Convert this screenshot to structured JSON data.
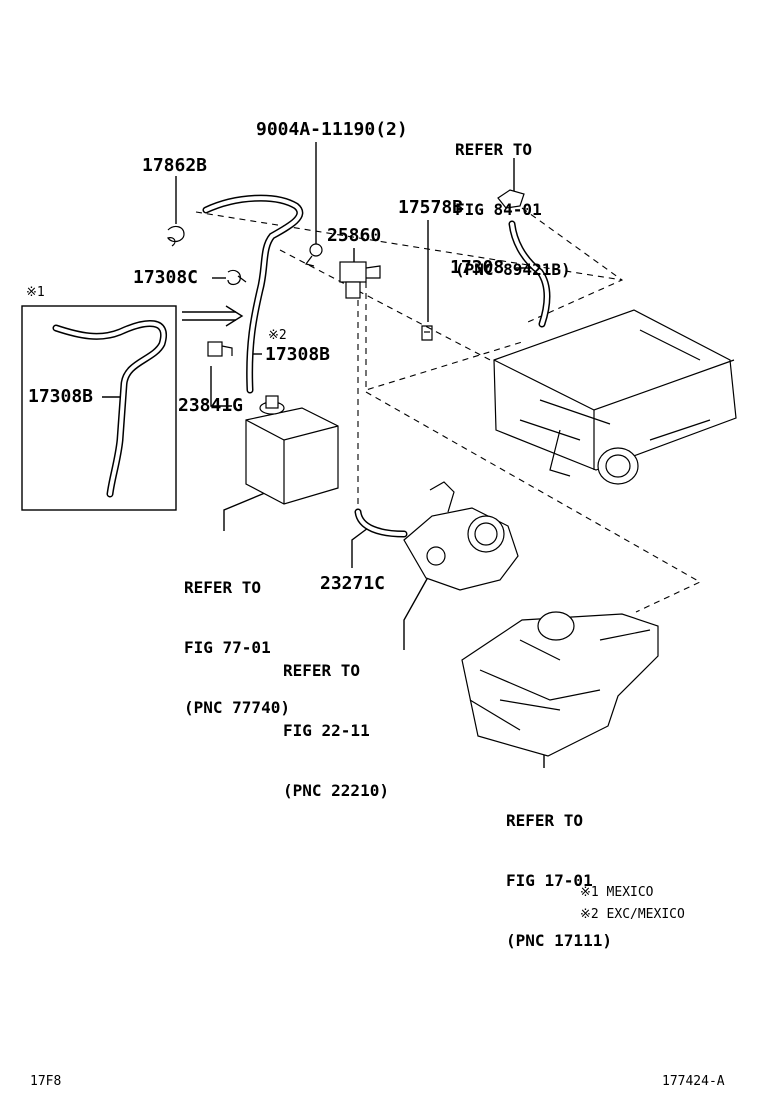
{
  "parts": {
    "p_9004a": "9004A-11190(2)",
    "p_17862b": "17862B",
    "p_25860": "25860",
    "p_17578b": "17578B",
    "p_17308_top": "17308",
    "p_17308c": "17308C",
    "p_17308b_mid": "17308B",
    "p_17308b_left": "17308B",
    "p_23841g": "23841G",
    "p_23271c": "23271C"
  },
  "refs": {
    "fig84": [
      "REFER TO",
      "FIG 84-01",
      "(PNC 89421B)"
    ],
    "fig77": [
      "REFER TO",
      "FIG 77-01",
      "(PNC 77740)"
    ],
    "fig22": [
      "REFER TO",
      "FIG 22-11",
      "(PNC 22210)"
    ],
    "fig17": [
      "REFER TO",
      "FIG 17-01",
      "(PNC 17111)"
    ]
  },
  "markers": {
    "m1": "※1",
    "m2": "※2"
  },
  "legend": {
    "note1": "※1 MEXICO",
    "note2": "※2 EXC/MEXICO"
  },
  "footer": {
    "left": "17F8",
    "right": "177424-A"
  }
}
